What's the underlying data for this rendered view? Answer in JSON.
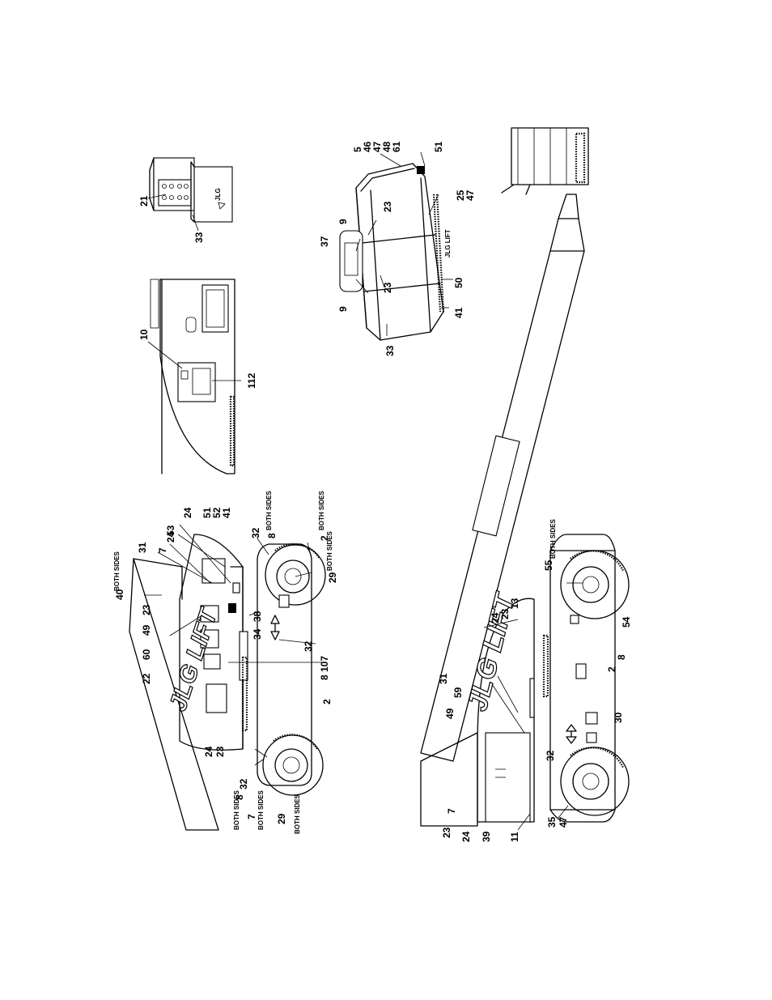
{
  "brand_logo": "JLG LIFT",
  "callouts": {
    "c21": "21",
    "c33": "33",
    "c10": "10",
    "c112": "112",
    "c5": "5",
    "c46": "46",
    "c47": "47",
    "c48": "48",
    "c61": "61",
    "c51": "51",
    "c25": "25",
    "c47b": "47",
    "c23": "23",
    "c9": "9",
    "c37": "37",
    "c9b": "9",
    "c23b": "23",
    "c50": "50",
    "c41": "41",
    "c33b": "33",
    "c40": "40",
    "c31": "31",
    "c7": "7",
    "c24": "24",
    "c53": "53",
    "c24b": "24",
    "c51b": "51",
    "c52": "52",
    "c41b": "41",
    "c32": "32",
    "c8": "8",
    "c2": "2",
    "c29": "29",
    "c38": "38",
    "c34": "34",
    "c32b": "32",
    "c107": "107",
    "c8b": "8",
    "c2b": "2",
    "c22": "22",
    "c60": "60",
    "c49": "49",
    "c23c": "23",
    "c24c": "24",
    "c23d": "23",
    "c32c": "32",
    "c8c": "8",
    "c7b": "7",
    "c29b": "29",
    "c55": "55",
    "c54": "54",
    "c13": "13",
    "c23e": "23",
    "c24d": "24",
    "c31b": "31",
    "c59": "59",
    "c49b": "49",
    "c2c": "2",
    "c8d": "8",
    "c30": "30",
    "c32d": "32",
    "c35": "35",
    "c47c": "47",
    "c7c": "7",
    "c23f": "23",
    "c24e": "24",
    "c39": "39",
    "c11": "11"
  },
  "notes": {
    "both_sides_1": "BOTH SIDES",
    "both_sides_2": "BOTH SIDES",
    "both_sides_3": "BOTH SIDES",
    "both_sides_4": "BOTH SIDES",
    "both_sides_5": "BOTH SIDES",
    "both_sides_6": "BOTH SIDES",
    "both_sides_7": "BOTH SIDES",
    "both_sides_8": "BOTH SIDES"
  }
}
